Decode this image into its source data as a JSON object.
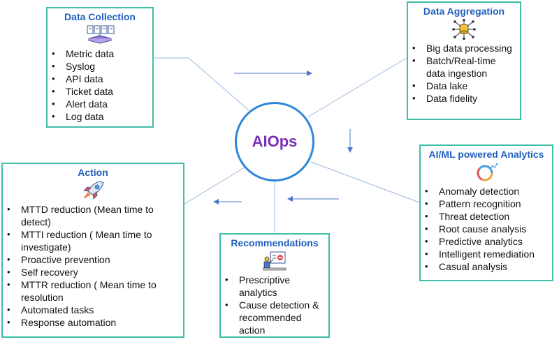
{
  "center": {
    "label": "AIOps"
  },
  "colors": {
    "box_border": "#3dbfa8",
    "title": "#1f5fbf",
    "circle_border": "#2e86d9",
    "center_text": "#7b2fb5",
    "connector": "#9bb8e0",
    "arrow": "#4a78c8"
  },
  "boxes": {
    "data_collection": {
      "title": "Data Collection",
      "icon": "stacked-documents-database-icon",
      "items": [
        "Metric data",
        "Syslog",
        "API data",
        "Ticket data",
        "Alert data",
        "Log data"
      ]
    },
    "data_aggregation": {
      "title": "Data Aggregation",
      "icon": "database-hub-icon",
      "items": [
        "Big data processing",
        "Batch/Real-time data ingestion",
        "Data lake",
        "Data fidelity"
      ]
    },
    "analytics": {
      "title": "AI/ML powered Analytics",
      "icon": "analytics-chart-icon",
      "items": [
        "Anomaly detection",
        "Pattern recognition",
        "Threat detection",
        "Root cause analysis",
        "Predictive analytics",
        "Intelligent remediation",
        "Casual analysis"
      ]
    },
    "recommendations": {
      "title": "Recommendations",
      "icon": "presenter-board-icon",
      "items": [
        "Prescriptive analytics",
        "Cause detection & recommended action"
      ]
    },
    "action": {
      "title": "Action",
      "icon": "rocket-icon",
      "items": [
        "MTTD reduction (Mean time to detect)",
        "MTTI reduction ( Mean time to investigate)",
        "Proactive prevention",
        "Self recovery",
        "MTTR reduction ( Mean time to resolution",
        "Automated tasks",
        "Response automation"
      ]
    }
  }
}
